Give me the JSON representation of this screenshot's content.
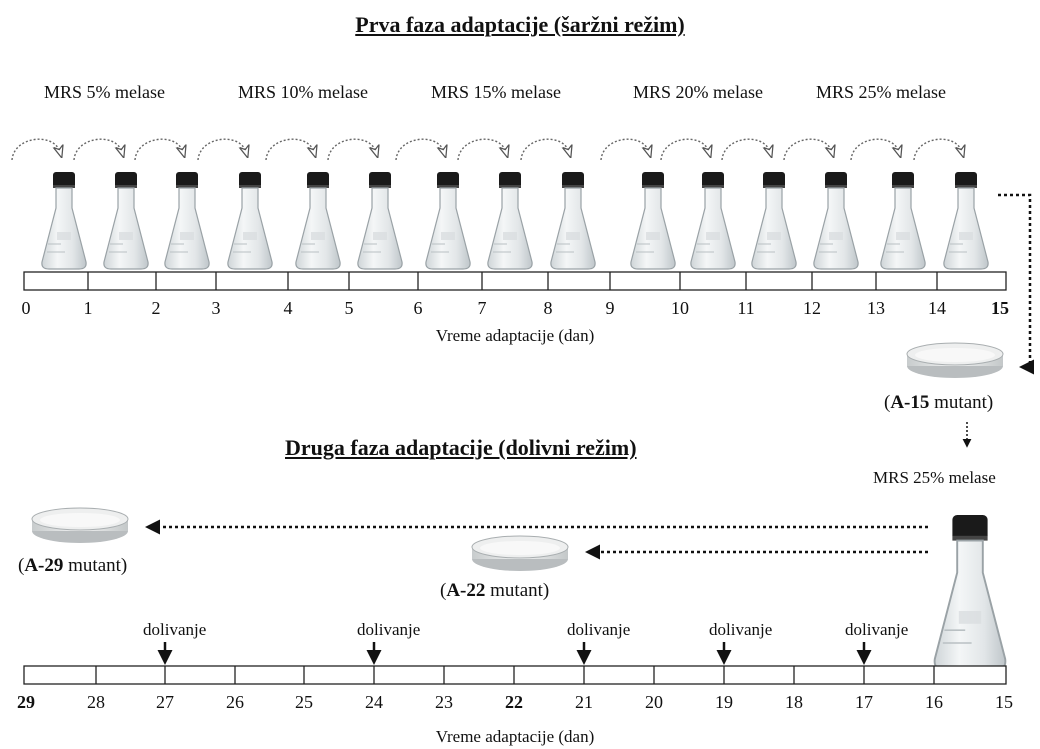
{
  "phase1": {
    "title": "Prva faza adaptacije (šaržni režim)",
    "media": [
      "MRS  5% melase",
      "MRS  10% melase",
      "MRS  15% melase",
      "MRS  20% melase",
      "MRS  25% melase"
    ],
    "axis_labels": [
      "0",
      "1",
      "2",
      "3",
      "4",
      "5",
      "6",
      "7",
      "8",
      "9",
      "10",
      "11",
      "12",
      "13",
      "14",
      "15"
    ],
    "axis_title": "Vreme adaptacije  (dan)",
    "flask_count": 15
  },
  "a15": {
    "code": "A-15",
    "suffix": " mutant)"
  },
  "phase2": {
    "title": "Druga faza adaptacije (dolivni režim)",
    "medium": "MRS  25% melase",
    "axis_labels": [
      "29",
      "28",
      "27",
      "26",
      "25",
      "24",
      "23",
      "22",
      "21",
      "20",
      "19",
      "18",
      "17",
      "16",
      "15"
    ],
    "bold_labels": [
      "29",
      "22"
    ],
    "axis_title": "Vreme adaptacije  (dan)",
    "feed_label": "dolivanje",
    "feed_days": [
      "27",
      "24",
      "21",
      "19",
      "17"
    ]
  },
  "a22": {
    "code": "A-22",
    "suffix": " mutant)"
  },
  "a29": {
    "code": "A-29",
    "suffix": " mutant)"
  },
  "colors": {
    "ink": "#111111",
    "cap": "#1a1a1a",
    "glass": "#e4e8ea",
    "dish": "#d9dcdd"
  }
}
